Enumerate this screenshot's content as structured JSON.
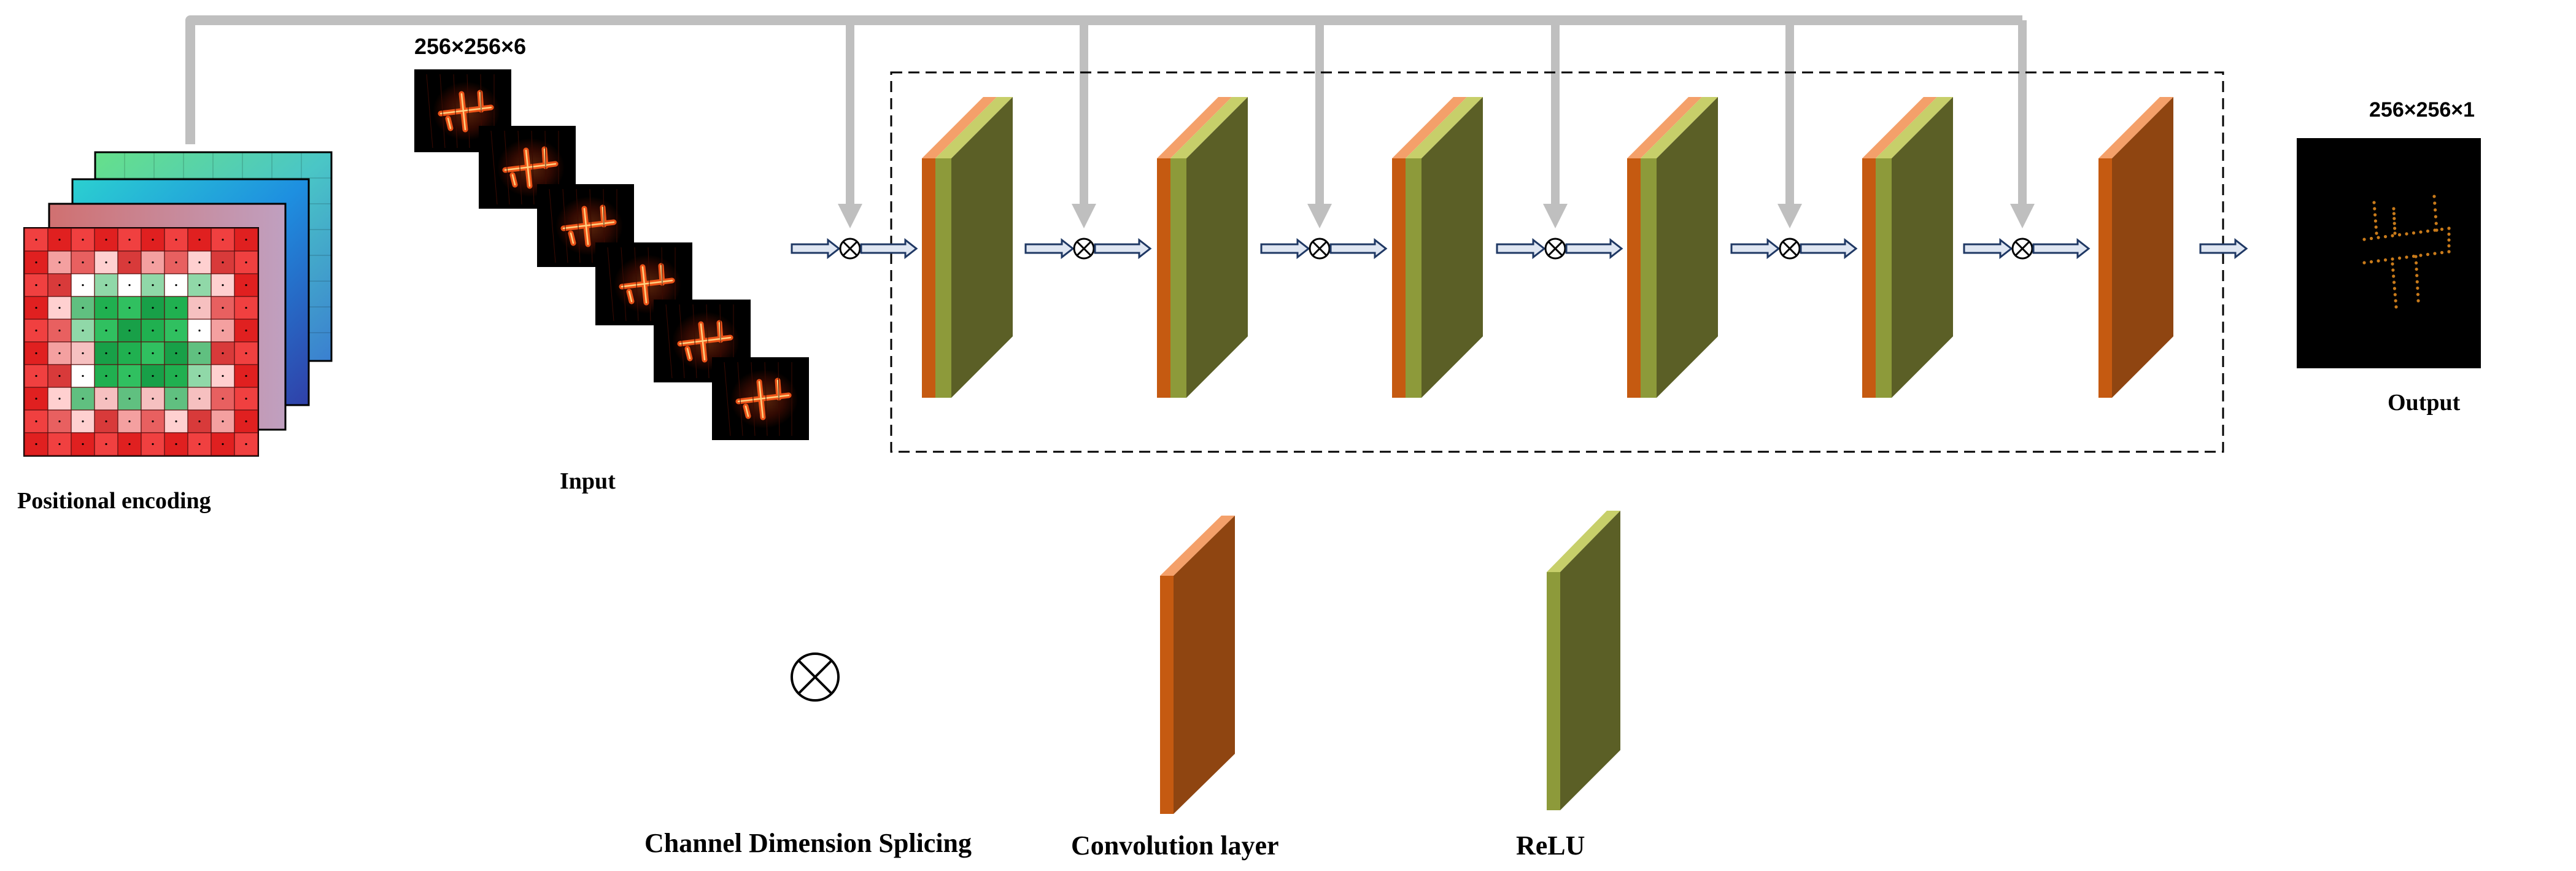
{
  "diagram": {
    "labels": {
      "positional_encoding": "Positional encoding",
      "input": "Input",
      "input_size": "256×256×6",
      "output": "Output",
      "output_size": "256×256×1",
      "legend_splice": "Channel Dimension Splicing",
      "legend_conv": "Convolution layer",
      "legend_relu": "ReLU"
    },
    "blocks": [
      {
        "type": "conv+relu"
      },
      {
        "type": "conv+relu"
      },
      {
        "type": "conv+relu"
      },
      {
        "type": "conv+relu"
      },
      {
        "type": "conv+relu"
      },
      {
        "type": "conv"
      }
    ],
    "splice_operator": "⊗",
    "colors": {
      "conv_front": "#c55a11",
      "conv_side": "#8f4511",
      "conv_top": "#f4a06a",
      "relu_front": "#8d9a3a",
      "relu_side": "#5b5f26",
      "relu_top": "#c7cf6a",
      "connector": "#bfbfbf",
      "arrow_fill": "#dfe6f2",
      "arrow_stroke": "#1f3864",
      "dashed_box": "#000000",
      "output_bg": "#000000",
      "output_points": "#c87a1a"
    }
  }
}
